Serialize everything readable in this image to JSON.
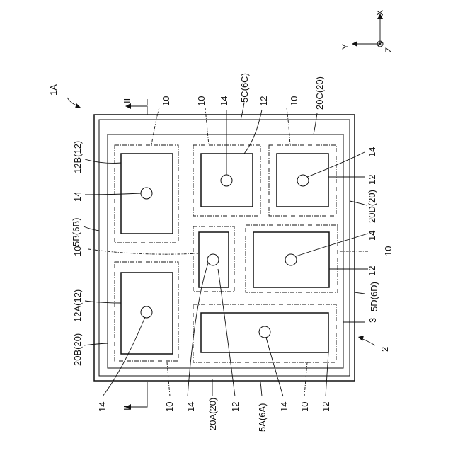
{
  "figure": {
    "label_1A": "1A",
    "label_2": "2",
    "label_3": "3",
    "section_II_top": "II",
    "section_II_bottom": "II"
  },
  "axes": {
    "x": "X",
    "y": "Y",
    "z": "Z"
  },
  "labels": {
    "l_10": "10",
    "l_12": "12",
    "l_14": "14",
    "l_5A": "5A(6A)",
    "l_5B": "5B(6B)",
    "l_5C": "5C(6C)",
    "l_5D": "5D(6D)",
    "l_12A": "12A(12)",
    "l_12B": "12B(12)",
    "l_20A": "20A(20)",
    "l_20B": "20B(20)",
    "l_20C": "20C(20)",
    "l_20D": "20D(20)"
  }
}
